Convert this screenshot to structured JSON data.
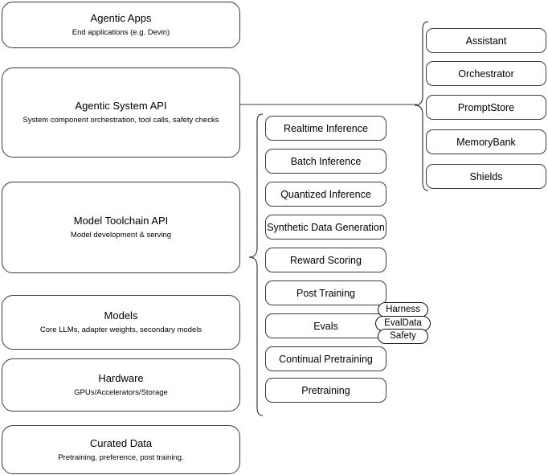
{
  "diagram": {
    "title": "LLM stack layered architecture",
    "background_color": "#ffffff",
    "stroke_color": "#3b3b3b"
  },
  "left_stack": {
    "items": [
      {
        "id": "agentic-apps",
        "title": "Agentic Apps",
        "subtitle": "End applications (e.g. Devin)"
      },
      {
        "id": "agentic-system-api",
        "title": "Agentic System API",
        "subtitle": "System component orchestration, tool calls, safety checks"
      },
      {
        "id": "model-toolchain-api",
        "title": "Model Toolchain API",
        "subtitle": "Model development & serving"
      },
      {
        "id": "models",
        "title": "Models",
        "subtitle": "Core LLMs, adapter weights, secondary models"
      },
      {
        "id": "hardware",
        "title": "Hardware",
        "subtitle": "GPUs/Accelerators/Storage"
      },
      {
        "id": "curated-data",
        "title": "Curated Data",
        "subtitle": "Pretraining, preference, post training."
      }
    ]
  },
  "toolchain_group": {
    "parent": "Model Toolchain API",
    "items": [
      {
        "id": "realtime-inference",
        "label": "Realtime Inference"
      },
      {
        "id": "batch-inference",
        "label": "Batch Inference"
      },
      {
        "id": "quantized-inference",
        "label": "Quantized Inference"
      },
      {
        "id": "synthetic-data-generation",
        "label": "Synthetic Data Generation"
      },
      {
        "id": "reward-scoring",
        "label": "Reward Scoring"
      },
      {
        "id": "post-training",
        "label": "Post Training"
      },
      {
        "id": "evals",
        "label": "Evals"
      },
      {
        "id": "continual-pretraining",
        "label": "Continual Pretraining"
      },
      {
        "id": "pretraining",
        "label": "Pretraining"
      }
    ],
    "eval_tags": [
      {
        "id": "harness",
        "label": "Harness"
      },
      {
        "id": "evaldata",
        "label": "EvalData"
      },
      {
        "id": "safety",
        "label": "Safety"
      }
    ]
  },
  "agentic_group": {
    "parent": "Agentic System API",
    "items": [
      {
        "id": "assistant",
        "label": "Assistant"
      },
      {
        "id": "orchestrator",
        "label": "Orchestrator"
      },
      {
        "id": "promptstore",
        "label": "PromptStore"
      },
      {
        "id": "memorybank",
        "label": "MemoryBank"
      },
      {
        "id": "shields",
        "label": "Shields"
      }
    ]
  }
}
